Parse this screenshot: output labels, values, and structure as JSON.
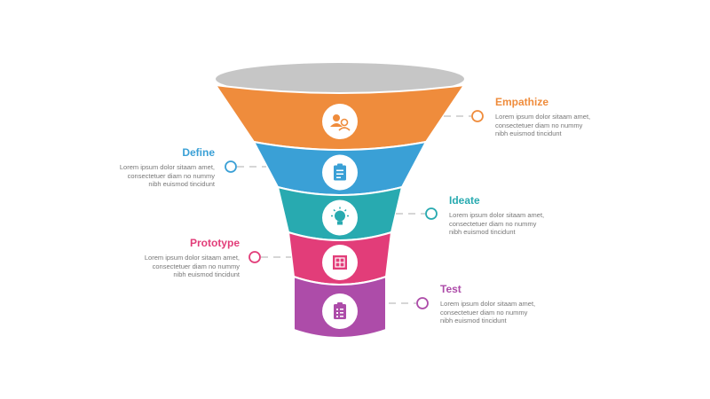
{
  "diagram": {
    "type": "funnel",
    "colors": {
      "top_ellipse": "#c6c6c6",
      "connector": "#bdbdbd",
      "description_text": "#777777"
    },
    "stages": [
      {
        "title": "Empathize",
        "color": "#ef8c3c",
        "icon": "people-icon",
        "side": "right",
        "description": [
          "Lorem ipsum dolor sitaam amet,",
          "consectetuer diam no nummy",
          "nibh euismod tincidunt"
        ]
      },
      {
        "title": "Define",
        "color": "#3aa0d6",
        "icon": "clipboard-icon",
        "side": "left",
        "description": [
          "Lorem ipsum dolor sitaam amet,",
          "consectetuer diam no nummy",
          "nibh euismod tincidunt"
        ]
      },
      {
        "title": "Ideate",
        "color": "#28aab0",
        "icon": "lightbulb-icon",
        "side": "right",
        "description": [
          "Lorem ipsum dolor sitaam amet,",
          "consectetuer diam no nummy",
          "nibh euismod tincidunt"
        ]
      },
      {
        "title": "Prototype",
        "color": "#e23d79",
        "icon": "blueprint-icon",
        "side": "left",
        "description": [
          "Lorem ipsum dolor sitaam amet,",
          "consectetuer diam no nummy",
          "nibh euismod tincidunt"
        ]
      },
      {
        "title": "Test",
        "color": "#ad4ca9",
        "icon": "checklist-icon",
        "side": "right",
        "description": [
          "Lorem ipsum dolor sitaam amet,",
          "consectetuer diam no nummy",
          "nibh euismod tincidunt"
        ]
      }
    ]
  }
}
